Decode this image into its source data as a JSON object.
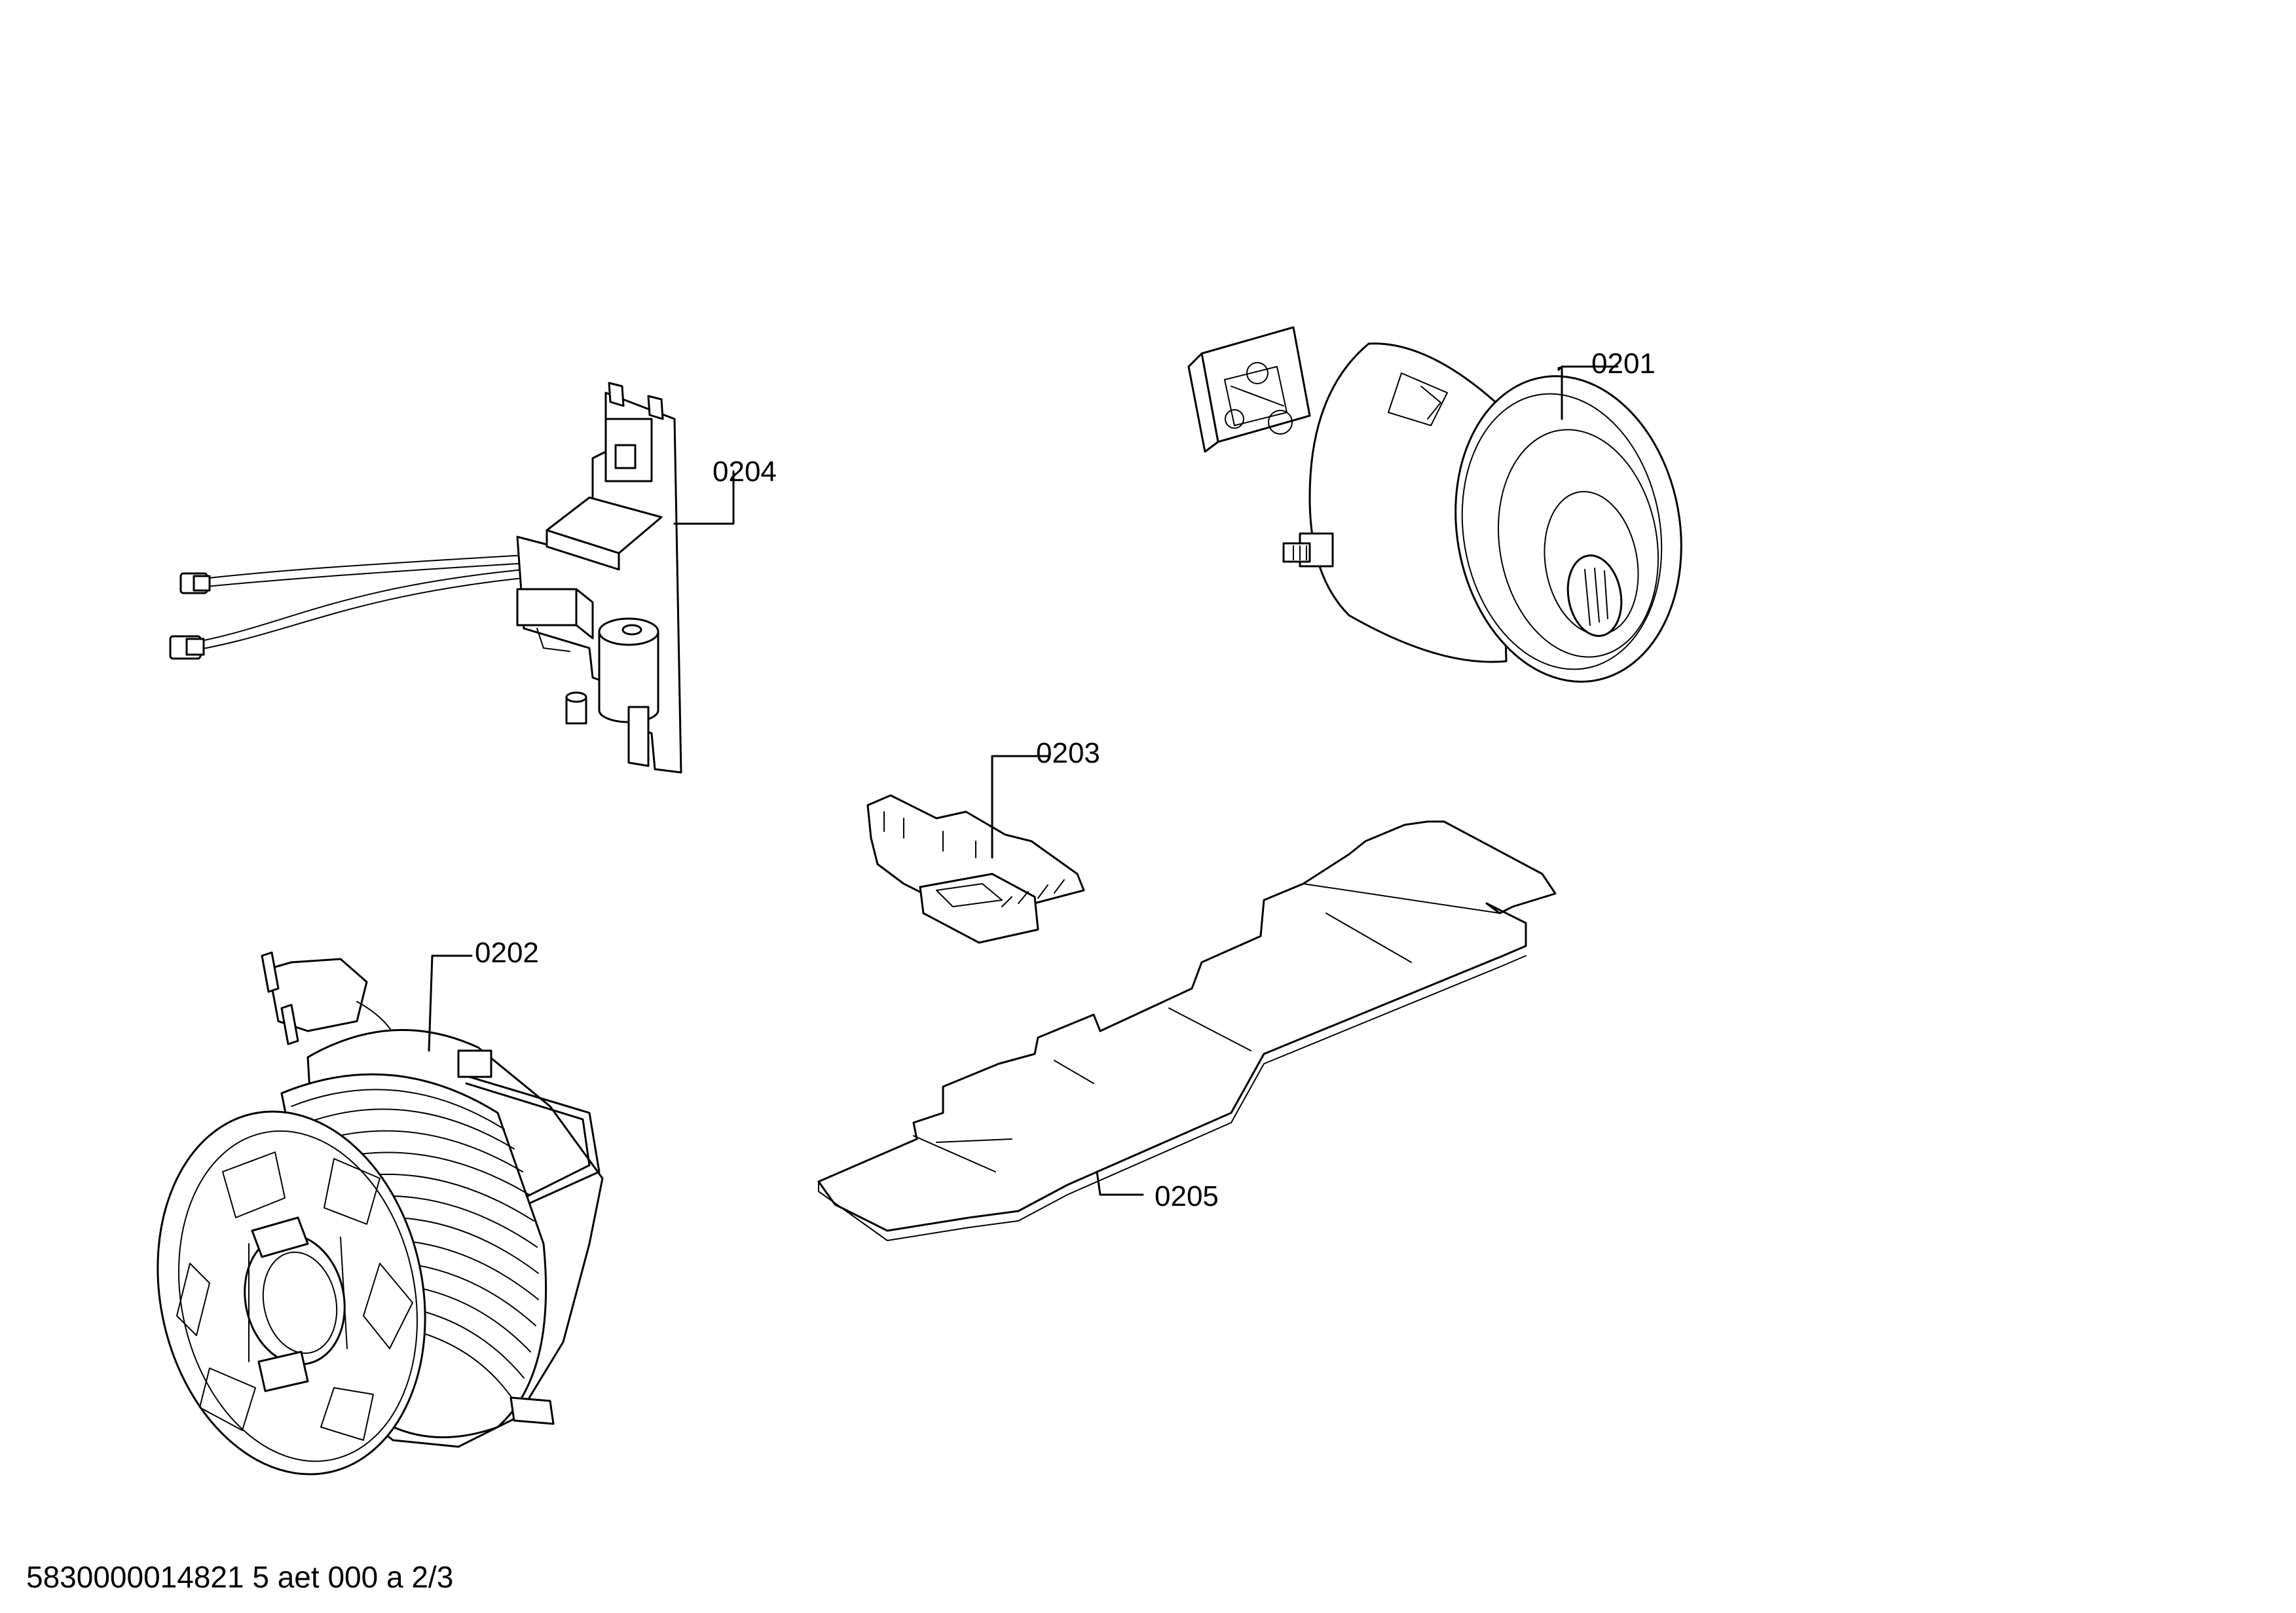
{
  "diagram": {
    "callouts": {
      "motor": "0201",
      "cable_reel": "0202",
      "connector": "0203",
      "circuit_board": "0204",
      "insulation_sheet": "0205"
    },
    "footer_code": "5830000014821 5 aet 000 a 2/3"
  }
}
